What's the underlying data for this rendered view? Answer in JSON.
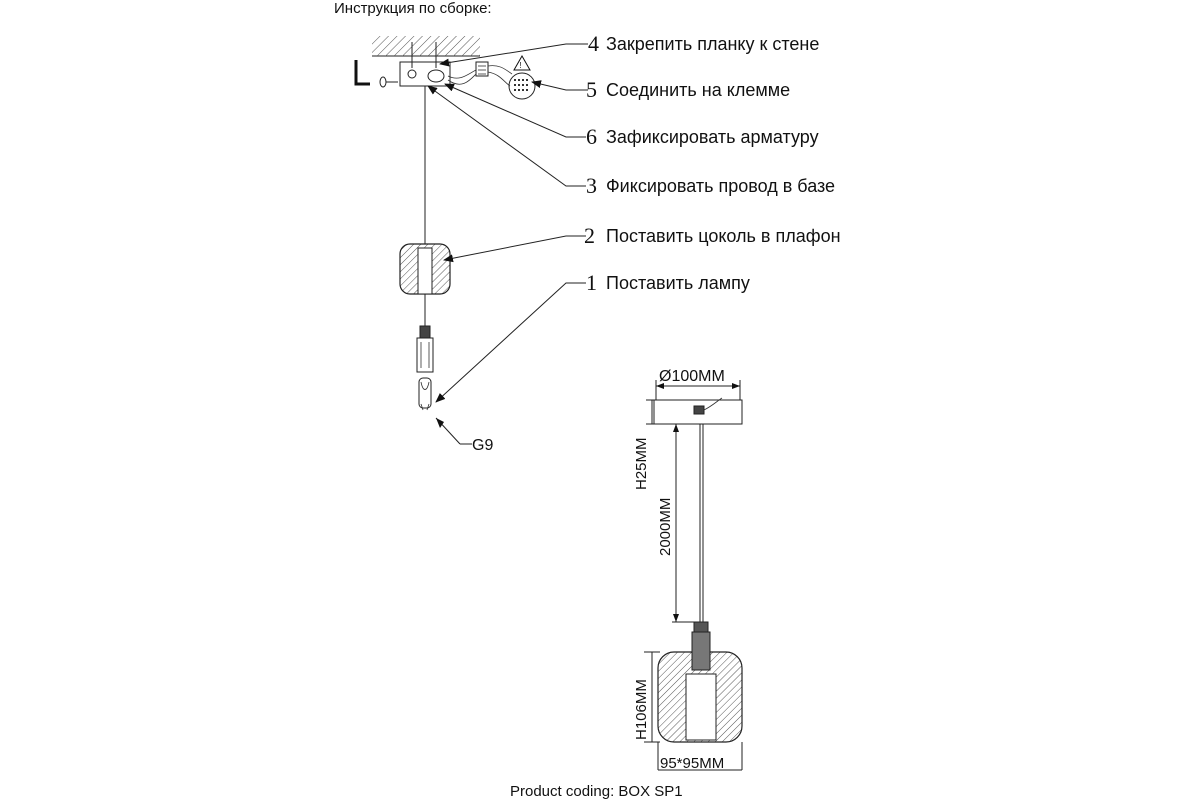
{
  "header": {
    "title": "Инструкция по сборке:"
  },
  "steps": [
    {
      "num": "4",
      "text": "Закрепить планку к стене"
    },
    {
      "num": "5",
      "text": "Соединить на клемме"
    },
    {
      "num": "6",
      "text": "Зафиксировать арматуру"
    },
    {
      "num": "3",
      "text": "Фиксировать провод в базе"
    },
    {
      "num": "2",
      "text": "Поставить цоколь в плафон"
    },
    {
      "num": "1",
      "text": "Поставить лампу"
    }
  ],
  "socket_type": "G9",
  "dimensions": {
    "canopy_diameter": "Ø100MM",
    "canopy_height": "H25MM",
    "cable_length": "2000MM",
    "shade_height": "H106MM",
    "shade_size": "95*95MM"
  },
  "footer": {
    "product_coding": "Product coding: BOX SP1"
  }
}
